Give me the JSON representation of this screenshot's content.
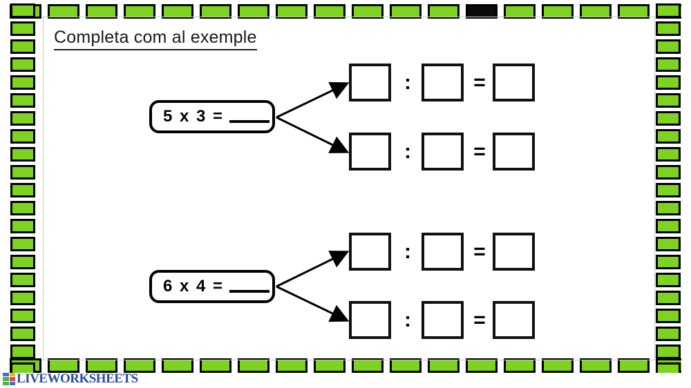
{
  "worksheet": {
    "title": "Completa com al exemple",
    "background_color": "#ffffff",
    "frame_color": "#7ED321",
    "frame_outline_color": "#000000"
  },
  "problems": [
    {
      "id": "problem-1",
      "equation": {
        "left_operand": "5",
        "operator": "x",
        "right_operand": "3",
        "equals": "=",
        "answer_blank": ""
      },
      "equation_text": "5 x 3 =",
      "branches": [
        {
          "id": "branch-1a",
          "box_1": "",
          "separator_1": ":",
          "box_2": "",
          "separator_2": "=",
          "box_3": ""
        },
        {
          "id": "branch-1b",
          "box_1": "",
          "separator_1": ":",
          "box_2": "",
          "separator_2": "=",
          "box_3": ""
        }
      ]
    },
    {
      "id": "problem-2",
      "equation": {
        "left_operand": "6",
        "operator": "x",
        "right_operand": "4",
        "equals": "=",
        "answer_blank": ""
      },
      "equation_text": "6 x 4 =",
      "branches": [
        {
          "id": "branch-2a",
          "box_1": "",
          "separator_1": ":",
          "box_2": "",
          "separator_2": "=",
          "box_3": ""
        },
        {
          "id": "branch-2b",
          "box_1": "",
          "separator_1": ":",
          "box_2": "",
          "separator_2": "=",
          "box_3": ""
        }
      ]
    }
  ],
  "watermark": {
    "text": "LIVEWORKSHEETS",
    "text_color": "#2b4aa0",
    "logo_colors": [
      "#3a6fd8",
      "#e8b13a",
      "#4fb04f",
      "#d94a4a",
      "#4fb04f",
      "#3a6fd8"
    ]
  }
}
